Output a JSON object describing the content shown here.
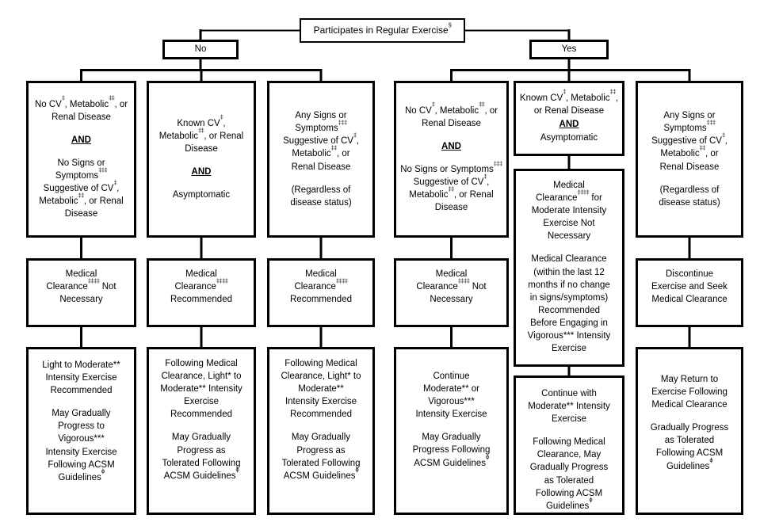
{
  "colors": {
    "background": "#ffffff",
    "line": "#000000",
    "text": "#000000"
  },
  "root": {
    "paragraphs": [
      {
        "t": "Participates in Regular Exercise^{§}"
      }
    ]
  },
  "branches": {
    "no": "No",
    "yes": "Yes"
  },
  "no": {
    "col1": {
      "criteria": {
        "paragraphs": [
          {
            "t": "No CV^{‡}, Metabolic^{‡‡}, or Renal Disease"
          },
          {
            "t": "AND",
            "s": "and"
          },
          {
            "t": "No Signs or Symptoms^{‡‡‡} Suggestive of CV^{‡}, Metabolic^{‡‡}, or Renal Disease"
          }
        ]
      },
      "clearance": {
        "paragraphs": [
          {
            "t": "Medical Clearance^{‡‡‡‡} Not Necessary"
          }
        ]
      },
      "action": {
        "paragraphs": [
          {
            "t": "Light to Moderate** Intensity Exercise Recommended"
          },
          {
            "t": "May Gradually Progress to Vigorous*** Intensity Exercise Following ACSM Guidelines^{ϕ}"
          }
        ]
      }
    },
    "col2": {
      "criteria": {
        "paragraphs": [
          {
            "t": "Known CV^{‡}, Metabolic^{‡‡}, or Renal Disease"
          },
          {
            "t": "AND",
            "s": "and"
          },
          {
            "t": "Asymptomatic"
          }
        ]
      },
      "clearance": {
        "paragraphs": [
          {
            "t": "Medical Clearance^{‡‡‡‡} Recommended"
          }
        ]
      },
      "action": {
        "paragraphs": [
          {
            "t": "Following Medical Clearance, Light* to Moderate** Intensity Exercise Recommended"
          },
          {
            "t": "May Gradually Progress as Tolerated Following ACSM Guidelines^{ϕ}"
          }
        ]
      }
    },
    "col3": {
      "criteria": {
        "paragraphs": [
          {
            "t": "Any Signs or Symptoms^{‡‡‡} Suggestive of CV^{‡}, Metabolic^{‡‡}, or Renal Disease"
          },
          {
            "t": "(Regardless of disease status)"
          }
        ]
      },
      "clearance": {
        "paragraphs": [
          {
            "t": "Medical Clearance^{‡‡‡‡} Recommended"
          }
        ]
      },
      "action": {
        "paragraphs": [
          {
            "t": "Following Medical Clearance, Light* to Moderate** Intensity Exercise Recommended"
          },
          {
            "t": "May Gradually Progress as Tolerated Following ACSM Guidelines^{ϕ}"
          }
        ]
      }
    }
  },
  "yes": {
    "col1": {
      "criteria": {
        "paragraphs": [
          {
            "t": "No CV^{‡}, Metabolic^{‡‡}, or Renal Disease"
          },
          {
            "t": "AND",
            "s": "and"
          },
          {
            "t": "No Signs or Symptoms^{‡‡‡} Suggestive of CV^{‡}, Metabolic^{‡‡}, or Renal Disease"
          }
        ]
      },
      "clearance": {
        "paragraphs": [
          {
            "t": "Medical Clearance^{‡‡‡‡} Not Necessary"
          }
        ]
      },
      "action": {
        "paragraphs": [
          {
            "t": "Continue Moderate** or Vigorous*** Intensity Exercise"
          },
          {
            "t": "May Gradually Progress Following ACSM Guidelines^{ϕ}"
          }
        ]
      }
    },
    "col2": {
      "criteria": {
        "paragraphs": [
          {
            "t": "Known CV^{‡}, Metabolic^{‡‡}, or Renal Disease"
          },
          {
            "t": "AND",
            "s": "and"
          },
          {
            "t": "Asymptomatic"
          }
        ]
      },
      "clearance": {
        "paragraphs": [
          {
            "t": "Medical Clearance^{‡‡‡‡} for Moderate Intensity Exercise Not Necessary"
          },
          {
            "t": "Medical Clearance (within the last 12 months if no change in signs/symptoms) Recommended Before Engaging in Vigorous*** Intensity Exercise"
          }
        ]
      },
      "action": {
        "paragraphs": [
          {
            "t": "Continue with Moderate** Intensity Exercise"
          },
          {
            "t": "Following Medical Clearance, May Gradually Progress as Tolerated Following ACSM Guidelines^{ϕ}"
          }
        ]
      }
    },
    "col3": {
      "criteria": {
        "paragraphs": [
          {
            "t": "Any Signs or Symptoms^{‡‡‡} Suggestive of CV^{‡}, Metabolic^{‡‡}, or Renal Disease"
          },
          {
            "t": "(Regardless of disease status)"
          }
        ]
      },
      "clearance": {
        "paragraphs": [
          {
            "t": "Discontinue Exercise and Seek Medical Clearance"
          }
        ]
      },
      "action": {
        "paragraphs": [
          {
            "t": "May Return to Exercise Following Medical Clearance"
          },
          {
            "t": "Gradually Progress as Tolerated Following ACSM Guidelines^{ϕ}"
          }
        ]
      }
    }
  }
}
